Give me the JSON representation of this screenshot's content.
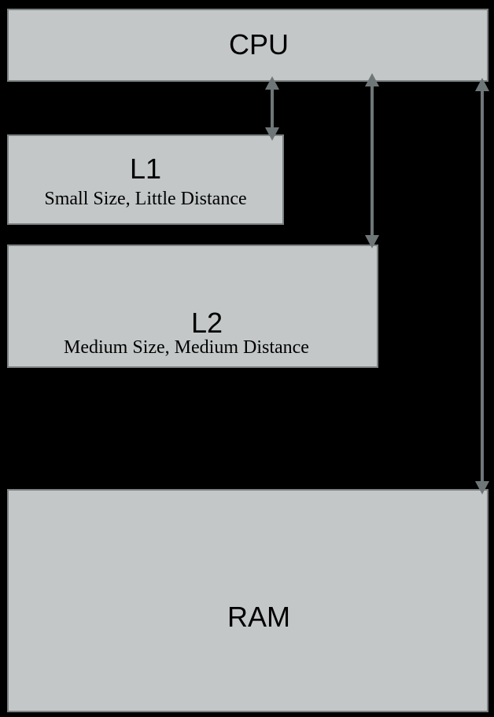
{
  "diagram": {
    "cpu": {
      "label": "CPU"
    },
    "l1": {
      "label": "L1",
      "description": "Small Size, Little Distance"
    },
    "l2": {
      "label": "L2",
      "description": "Medium Size, Medium Distance"
    },
    "ram": {
      "label": "RAM"
    }
  },
  "colors": {
    "background": "#000000",
    "box_fill": "#c3c7c8",
    "box_border": "#7c8183",
    "arrow": "#6f7678"
  }
}
